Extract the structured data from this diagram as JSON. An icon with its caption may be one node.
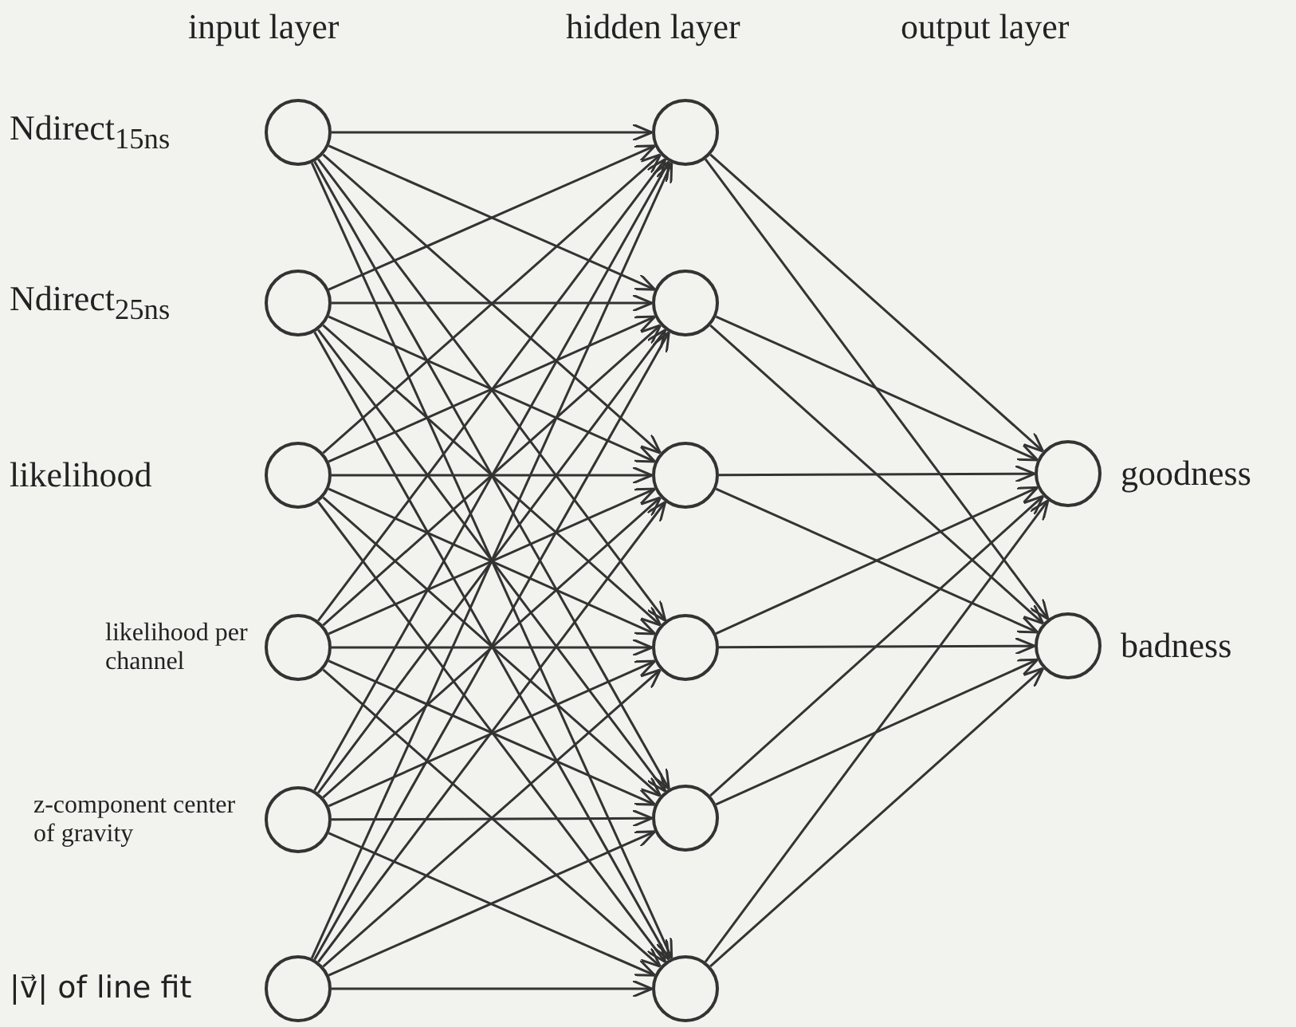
{
  "diagram": {
    "nodes": [
      {
        "text": [],
        "shape": "circle",
        "beside": [
          "Ndirect$_{15ns}$"
        ]
      },
      {
        "text": [],
        "shape": "circle",
        "beside": [
          "Ndirect$_{25ns}$"
        ]
      },
      {
        "text": [],
        "shape": "circle",
        "beside": [
          "likelihood"
        ]
      },
      {
        "text": [],
        "shape": "circle",
        "beside": [
          "likelihood per channel"
        ]
      },
      {
        "text": [],
        "shape": "circle",
        "beside": [
          "z-component center of gravity"
        ]
      },
      {
        "text": [],
        "shape": "circle",
        "beside": [
          "|v⃗| of line fit"
        ]
      },
      {
        "text": [],
        "shape": "circle"
      },
      {
        "text": [],
        "shape": "circle"
      },
      {
        "text": [],
        "shape": "circle"
      },
      {
        "text": [],
        "shape": "circle"
      },
      {
        "text": [],
        "shape": "circle"
      },
      {
        "text": [],
        "shape": "circle"
      },
      {
        "text": [],
        "shape": "circle",
        "beside": [
          "goodness"
        ]
      },
      {
        "text": [],
        "shape": "circle",
        "beside": [
          "badness"
        ]
      }
    ],
    "edges": [
      {
        "from": 0,
        "to": 6,
        "arrow": "to"
      },
      {
        "from": 0,
        "to": 7,
        "arrow": "to"
      },
      {
        "from": 0,
        "to": 8,
        "arrow": "to"
      },
      {
        "from": 0,
        "to": 9,
        "arrow": "to"
      },
      {
        "from": 0,
        "to": 10,
        "arrow": "to"
      },
      {
        "from": 0,
        "to": 11,
        "arrow": "to"
      },
      {
        "from": 1,
        "to": 6,
        "arrow": "to"
      },
      {
        "from": 1,
        "to": 7,
        "arrow": "to"
      },
      {
        "from": 1,
        "to": 8,
        "arrow": "to"
      },
      {
        "from": 1,
        "to": 9,
        "arrow": "to"
      },
      {
        "from": 1,
        "to": 10,
        "arrow": "to"
      },
      {
        "from": 1,
        "to": 11,
        "arrow": "to"
      },
      {
        "from": 2,
        "to": 6,
        "arrow": "to"
      },
      {
        "from": 2,
        "to": 7,
        "arrow": "to"
      },
      {
        "from": 2,
        "to": 8,
        "arrow": "to"
      },
      {
        "from": 2,
        "to": 9,
        "arrow": "to"
      },
      {
        "from": 2,
        "to": 10,
        "arrow": "to"
      },
      {
        "from": 2,
        "to": 11,
        "arrow": "to"
      },
      {
        "from": 3,
        "to": 6,
        "arrow": "to"
      },
      {
        "from": 3,
        "to": 7,
        "arrow": "to"
      },
      {
        "from": 3,
        "to": 8,
        "arrow": "to"
      },
      {
        "from": 3,
        "to": 9,
        "arrow": "to"
      },
      {
        "from": 3,
        "to": 10,
        "arrow": "to"
      },
      {
        "from": 3,
        "to": 11,
        "arrow": "to"
      },
      {
        "from": 4,
        "to": 6,
        "arrow": "to"
      },
      {
        "from": 4,
        "to": 7,
        "arrow": "to"
      },
      {
        "from": 4,
        "to": 8,
        "arrow": "to"
      },
      {
        "from": 4,
        "to": 9,
        "arrow": "to"
      },
      {
        "from": 4,
        "to": 10,
        "arrow": "to"
      },
      {
        "from": 4,
        "to": 11,
        "arrow": "to"
      },
      {
        "from": 5,
        "to": 6,
        "arrow": "to"
      },
      {
        "from": 5,
        "to": 7,
        "arrow": "to"
      },
      {
        "from": 5,
        "to": 8,
        "arrow": "to"
      },
      {
        "from": 5,
        "to": 9,
        "arrow": "to"
      },
      {
        "from": 5,
        "to": 10,
        "arrow": "to"
      },
      {
        "from": 5,
        "to": 11,
        "arrow": "to"
      },
      {
        "from": 6,
        "to": 12,
        "arrow": "to"
      },
      {
        "from": 6,
        "to": 13,
        "arrow": "to"
      },
      {
        "from": 7,
        "to": 12,
        "arrow": "to"
      },
      {
        "from": 7,
        "to": 13,
        "arrow": "to"
      },
      {
        "from": 8,
        "to": 12,
        "arrow": "to"
      },
      {
        "from": 8,
        "to": 13,
        "arrow": "to"
      },
      {
        "from": 9,
        "to": 12,
        "arrow": "to"
      },
      {
        "from": 9,
        "to": 13,
        "arrow": "to"
      },
      {
        "from": 10,
        "to": 12,
        "arrow": "to"
      },
      {
        "from": 10,
        "to": 13,
        "arrow": "to"
      },
      {
        "from": 11,
        "to": 12,
        "arrow": "to"
      },
      {
        "from": 11,
        "to": 13,
        "arrow": "to"
      }
    ],
    "labels": [
      "input layer",
      "hidden layer",
      "output layer"
    ]
  }
}
